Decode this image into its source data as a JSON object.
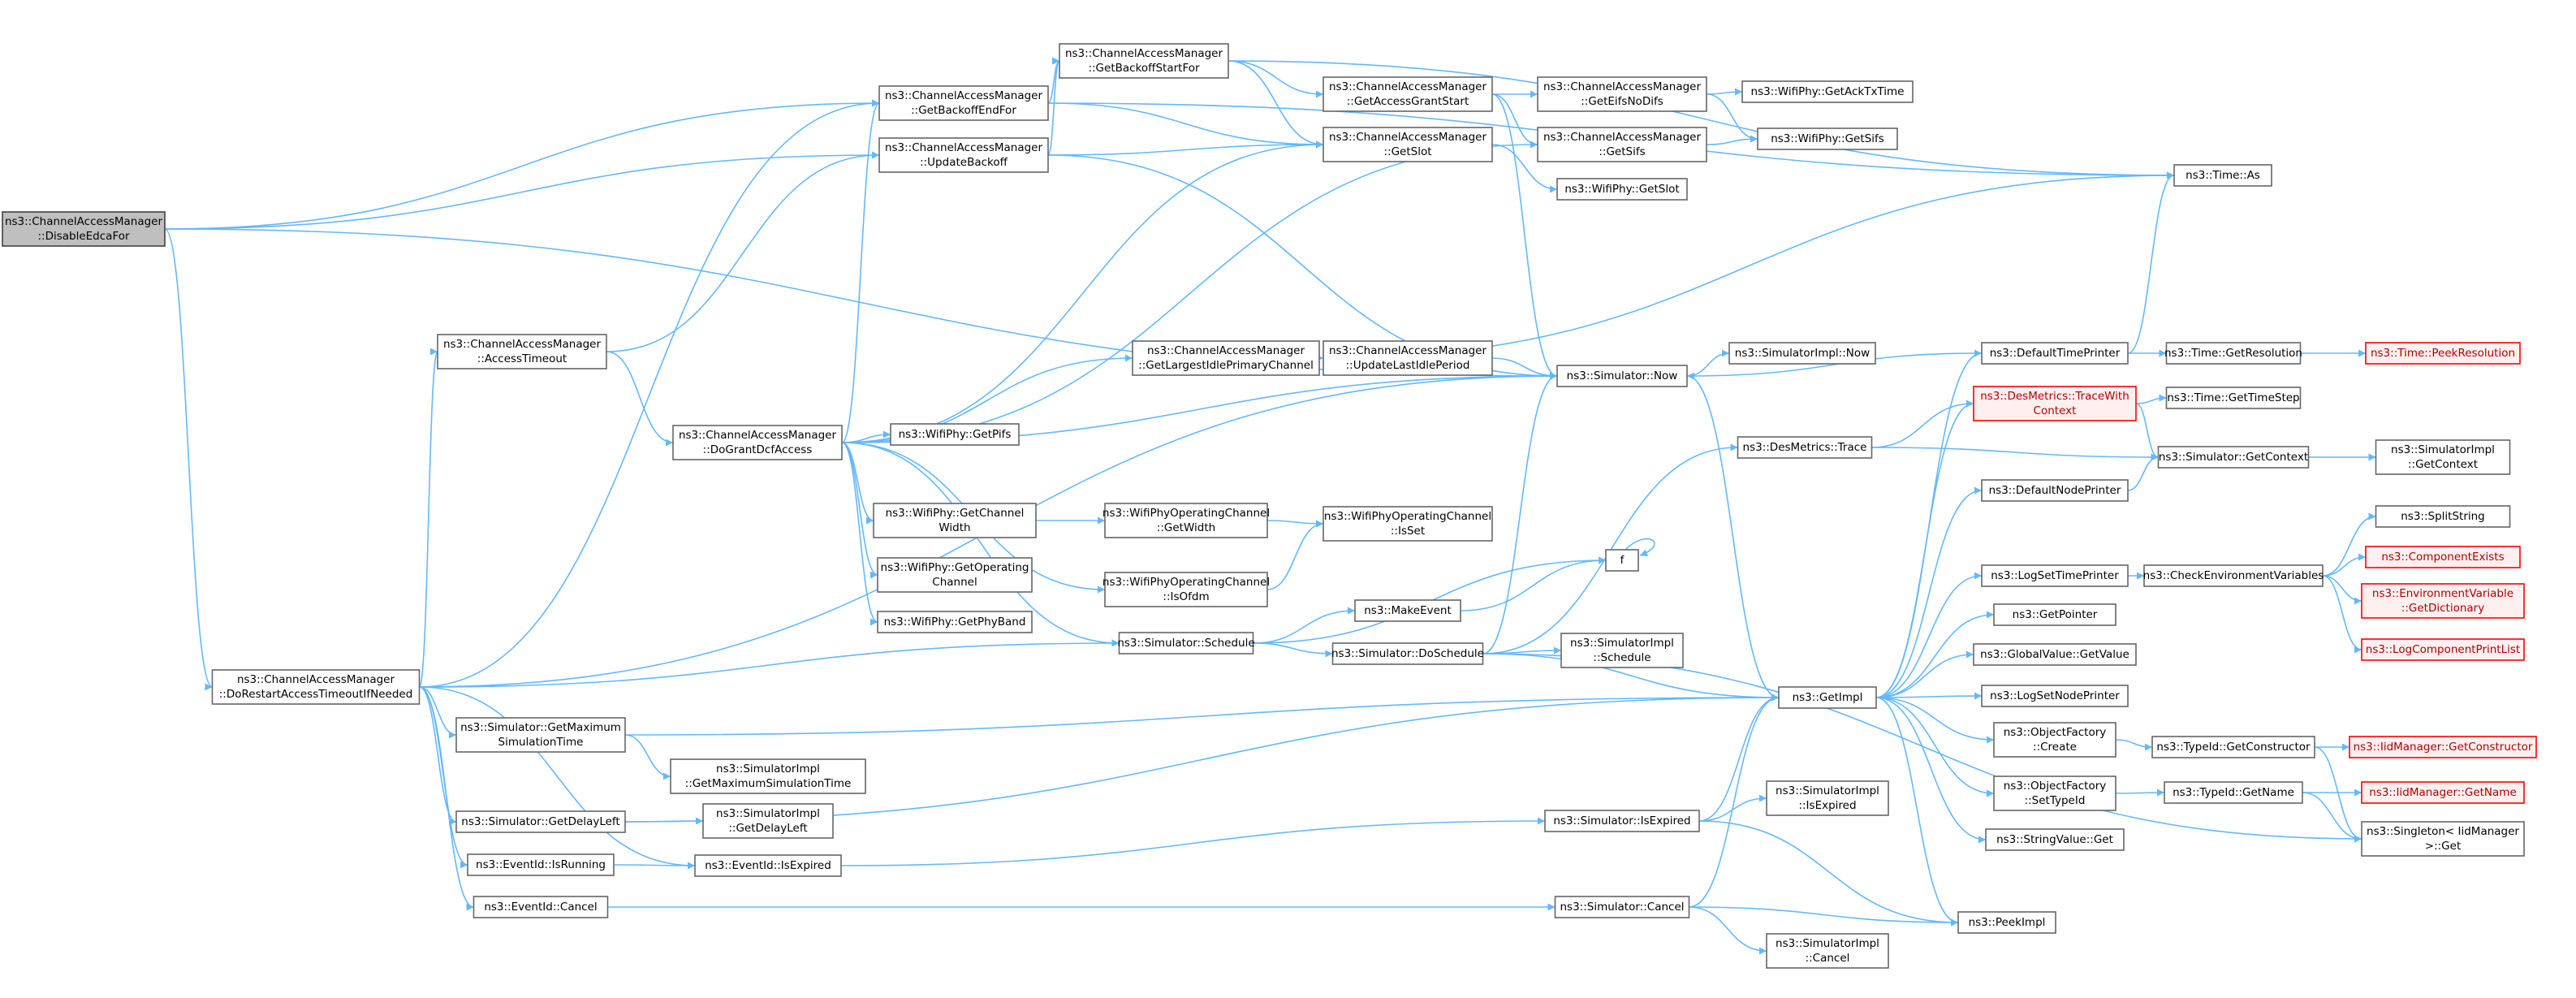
{
  "nodes": [
    {
      "id": "n_disable",
      "lines": [
        "ns3::ChannelAccessManager",
        "::DisableEdcaFor"
      ],
      "root": true
    },
    {
      "id": "n_getbackoffend",
      "lines": [
        "ns3::ChannelAccessManager",
        "::GetBackoffEndFor"
      ]
    },
    {
      "id": "n_updatebackoff",
      "lines": [
        "ns3::ChannelAccessManager",
        "::UpdateBackoff"
      ]
    },
    {
      "id": "n_getbackoffstart",
      "lines": [
        "ns3::ChannelAccessManager",
        "::GetBackoffStartFor"
      ]
    },
    {
      "id": "n_getaccessgrant",
      "lines": [
        "ns3::ChannelAccessManager",
        "::GetAccessGrantStart"
      ]
    },
    {
      "id": "n_geteifs",
      "lines": [
        "ns3::ChannelAccessManager",
        "::GetEifsNoDifs"
      ]
    },
    {
      "id": "n_getacktx",
      "lines": [
        "ns3::WifiPhy::GetAckTxTime"
      ]
    },
    {
      "id": "n_getslot",
      "lines": [
        "ns3::ChannelAccessManager",
        "::GetSlot"
      ]
    },
    {
      "id": "n_getsifs",
      "lines": [
        "ns3::ChannelAccessManager",
        "::GetSifs"
      ]
    },
    {
      "id": "n_phygetsifs",
      "lines": [
        "ns3::WifiPhy::GetSifs"
      ]
    },
    {
      "id": "n_phygetslot",
      "lines": [
        "ns3::WifiPhy::GetSlot"
      ]
    },
    {
      "id": "n_timeas",
      "lines": [
        "ns3::Time::As"
      ]
    },
    {
      "id": "n_accesstimeout",
      "lines": [
        "ns3::ChannelAccessManager",
        "::AccessTimeout"
      ]
    },
    {
      "id": "n_dogrant",
      "lines": [
        "ns3::ChannelAccessManager",
        "::DoGrantDcfAccess"
      ]
    },
    {
      "id": "n_getlargest",
      "lines": [
        "ns3::ChannelAccessManager",
        "::GetLargestIdlePrimaryChannel"
      ]
    },
    {
      "id": "n_updatelastidle",
      "lines": [
        "ns3::ChannelAccessManager",
        "::UpdateLastIdlePeriod"
      ]
    },
    {
      "id": "n_simnow",
      "lines": [
        "ns3::Simulator::Now"
      ]
    },
    {
      "id": "n_simimplnow",
      "lines": [
        "ns3::SimulatorImpl::Now"
      ]
    },
    {
      "id": "n_defaulttimeprinter",
      "lines": [
        "ns3::DefaultTimePrinter"
      ]
    },
    {
      "id": "n_timegetres",
      "lines": [
        "ns3::Time::GetResolution"
      ]
    },
    {
      "id": "n_timepeekres",
      "lines": [
        "ns3::Time::PeekResolution"
      ],
      "red": true
    },
    {
      "id": "n_desmetricstwc",
      "lines": [
        "ns3::DesMetrics::TraceWith",
        "Context"
      ],
      "red": true
    },
    {
      "id": "n_timegetstep",
      "lines": [
        "ns3::Time::GetTimeStep"
      ]
    },
    {
      "id": "n_desmetricstrace",
      "lines": [
        "ns3::DesMetrics::Trace"
      ]
    },
    {
      "id": "n_simgetcontext",
      "lines": [
        "ns3::Simulator::GetContext"
      ]
    },
    {
      "id": "n_simimplgetcontext",
      "lines": [
        "ns3::SimulatorImpl",
        "::GetContext"
      ]
    },
    {
      "id": "n_getpifs",
      "lines": [
        "ns3::WifiPhy::GetPifs"
      ]
    },
    {
      "id": "n_getchannelwidth",
      "lines": [
        "ns3::WifiPhy::GetChannel",
        "Width"
      ]
    },
    {
      "id": "n_opchgetwidth",
      "lines": [
        "ns3::WifiPhyOperatingChannel",
        "::GetWidth"
      ]
    },
    {
      "id": "n_opchisset",
      "lines": [
        "ns3::WifiPhyOperatingChannel",
        "::IsSet"
      ]
    },
    {
      "id": "n_getopchannel",
      "lines": [
        "ns3::WifiPhy::GetOperating",
        "Channel"
      ]
    },
    {
      "id": "n_opchisofdm",
      "lines": [
        "ns3::WifiPhyOperatingChannel",
        "::IsOfdm"
      ]
    },
    {
      "id": "n_getphyband",
      "lines": [
        "ns3::WifiPhy::GetPhyBand"
      ]
    },
    {
      "id": "n_f",
      "lines": [
        "f"
      ]
    },
    {
      "id": "n_makeevent",
      "lines": [
        "ns3::MakeEvent"
      ]
    },
    {
      "id": "n_simschedule",
      "lines": [
        "ns3::Simulator::Schedule"
      ]
    },
    {
      "id": "n_simdoschedule",
      "lines": [
        "ns3::Simulator::DoSchedule"
      ]
    },
    {
      "id": "n_simimplschedule",
      "lines": [
        "ns3::SimulatorImpl",
        "::Schedule"
      ]
    },
    {
      "id": "n_defaultnodeprinter",
      "lines": [
        "ns3::DefaultNodePrinter"
      ]
    },
    {
      "id": "n_logsettimeprinter",
      "lines": [
        "ns3::LogSetTimePrinter"
      ]
    },
    {
      "id": "n_checkenv",
      "lines": [
        "ns3::CheckEnvironmentVariables"
      ]
    },
    {
      "id": "n_splitstring",
      "lines": [
        "ns3::SplitString"
      ]
    },
    {
      "id": "n_componentexists",
      "lines": [
        "ns3::ComponentExists"
      ],
      "red": true
    },
    {
      "id": "n_envgetdict",
      "lines": [
        "ns3::EnvironmentVariable",
        "::GetDictionary"
      ],
      "red": true
    },
    {
      "id": "n_logcomplist",
      "lines": [
        "ns3::LogComponentPrintList"
      ],
      "red": true
    },
    {
      "id": "n_getpointer",
      "lines": [
        "ns3::GetPointer"
      ]
    },
    {
      "id": "n_globalvalue",
      "lines": [
        "ns3::GlobalValue::GetValue"
      ]
    },
    {
      "id": "n_getimpl",
      "lines": [
        "ns3::GetImpl"
      ]
    },
    {
      "id": "n_logsetnodeprinter",
      "lines": [
        "ns3::LogSetNodePrinter"
      ]
    },
    {
      "id": "n_objfactorycreate",
      "lines": [
        "ns3::ObjectFactory",
        "::Create"
      ]
    },
    {
      "id": "n_typeidgetctor",
      "lines": [
        "ns3::TypeId::GetConstructor"
      ]
    },
    {
      "id": "n_iidgetctor",
      "lines": [
        "ns3::IidManager::GetConstructor"
      ],
      "red": true
    },
    {
      "id": "n_doresttimeout",
      "lines": [
        "ns3::ChannelAccessManager",
        "::DoRestartAccessTimeoutIfNeeded"
      ]
    },
    {
      "id": "n_simgetmaxtime",
      "lines": [
        "ns3::Simulator::GetMaximum",
        "SimulationTime"
      ]
    },
    {
      "id": "n_simimplgetmaxtime",
      "lines": [
        "ns3::SimulatorImpl",
        "::GetMaximumSimulationTime"
      ]
    },
    {
      "id": "n_objfactorysettype",
      "lines": [
        "ns3::ObjectFactory",
        "::SetTypeId"
      ]
    },
    {
      "id": "n_typeidgetname",
      "lines": [
        "ns3::TypeId::GetName"
      ]
    },
    {
      "id": "n_iidgetname",
      "lines": [
        "ns3::IidManager::GetName"
      ],
      "red": true
    },
    {
      "id": "n_simgetdelayleft",
      "lines": [
        "ns3::Simulator::GetDelayLeft"
      ]
    },
    {
      "id": "n_simimplgetdelayleft",
      "lines": [
        "ns3::SimulatorImpl",
        "::GetDelayLeft"
      ]
    },
    {
      "id": "n_stringvalueget",
      "lines": [
        "ns3::StringValue::Get"
      ]
    },
    {
      "id": "n_singleton",
      "lines": [
        "ns3::Singleton< IidManager",
        ">::Get"
      ]
    },
    {
      "id": "n_simisexpired",
      "lines": [
        "ns3::Simulator::IsExpired"
      ]
    },
    {
      "id": "n_simimplisexpired",
      "lines": [
        "ns3::SimulatorImpl",
        "::IsExpired"
      ]
    },
    {
      "id": "n_eventisrunning",
      "lines": [
        "ns3::EventId::IsRunning"
      ]
    },
    {
      "id": "n_eventisexpired",
      "lines": [
        "ns3::EventId::IsExpired"
      ]
    },
    {
      "id": "n_eventcancel",
      "lines": [
        "ns3::EventId::Cancel"
      ]
    },
    {
      "id": "n_simcancel",
      "lines": [
        "ns3::Simulator::Cancel"
      ]
    },
    {
      "id": "n_peekimpl",
      "lines": [
        "ns3::PeekImpl"
      ]
    },
    {
      "id": "n_simimplcancel",
      "lines": [
        "ns3::SimulatorImpl",
        "::Cancel"
      ]
    }
  ],
  "edges": [
    [
      "n_disable",
      "n_getbackoffend"
    ],
    [
      "n_disable",
      "n_updatebackoff"
    ],
    [
      "n_disable",
      "n_simnow"
    ],
    [
      "n_disable",
      "n_doresttimeout"
    ],
    [
      "n_getbackoffend",
      "n_getbackoffstart"
    ],
    [
      "n_getbackoffend",
      "n_getslot"
    ],
    [
      "n_getbackoffend",
      "n_timeas"
    ],
    [
      "n_getbackoffstart",
      "n_getaccessgrant"
    ],
    [
      "n_getbackoffstart",
      "n_getslot"
    ],
    [
      "n_getbackoffstart",
      "n_timeas"
    ],
    [
      "n_updatebackoff",
      "n_getbackoffstart"
    ],
    [
      "n_updatebackoff",
      "n_getslot"
    ],
    [
      "n_updatebackoff",
      "n_simnow"
    ],
    [
      "n_getaccessgrant",
      "n_geteifs"
    ],
    [
      "n_getaccessgrant",
      "n_getsifs"
    ],
    [
      "n_getaccessgrant",
      "n_simnow"
    ],
    [
      "n_geteifs",
      "n_getacktx"
    ],
    [
      "n_geteifs",
      "n_phygetsifs"
    ],
    [
      "n_getsifs",
      "n_phygetsifs"
    ],
    [
      "n_getslot",
      "n_phygetslot"
    ],
    [
      "n_accesstimeout",
      "n_updatebackoff"
    ],
    [
      "n_accesstimeout",
      "n_dogrant"
    ],
    [
      "n_dogrant",
      "n_getbackoffend"
    ],
    [
      "n_dogrant",
      "n_getslot"
    ],
    [
      "n_dogrant",
      "n_getsifs"
    ],
    [
      "n_dogrant",
      "n_getlargest"
    ],
    [
      "n_dogrant",
      "n_simnow"
    ],
    [
      "n_dogrant",
      "n_getpifs"
    ],
    [
      "n_dogrant",
      "n_getchannelwidth"
    ],
    [
      "n_dogrant",
      "n_getopchannel"
    ],
    [
      "n_dogrant",
      "n_getphyband"
    ],
    [
      "n_dogrant",
      "n_opchisofdm"
    ],
    [
      "n_dogrant",
      "n_simschedule"
    ],
    [
      "n_getlargest",
      "n_updatelastidle"
    ],
    [
      "n_getlargest",
      "n_timeas"
    ],
    [
      "n_updatelastidle",
      "n_simnow"
    ],
    [
      "n_simnow",
      "n_simimplnow"
    ],
    [
      "n_simnow",
      "n_getimpl"
    ],
    [
      "n_defaulttimeprinter",
      "n_timegetres"
    ],
    [
      "n_defaulttimeprinter",
      "n_timeas"
    ],
    [
      "n_defaulttimeprinter",
      "n_simnow"
    ],
    [
      "n_timegetres",
      "n_timepeekres"
    ],
    [
      "n_desmetricstwc",
      "n_timegetstep"
    ],
    [
      "n_desmetricstwc",
      "n_simgetcontext"
    ],
    [
      "n_desmetricstrace",
      "n_desmetricstwc"
    ],
    [
      "n_desmetricstrace",
      "n_simgetcontext"
    ],
    [
      "n_simgetcontext",
      "n_simimplgetcontext"
    ],
    [
      "n_getchannelwidth",
      "n_opchgetwidth"
    ],
    [
      "n_opchgetwidth",
      "n_opchisset"
    ],
    [
      "n_opchisofdm",
      "n_opchisset"
    ],
    [
      "n_f",
      "n_f"
    ],
    [
      "n_makeevent",
      "n_f"
    ],
    [
      "n_simschedule",
      "n_makeevent"
    ],
    [
      "n_simschedule",
      "n_simdoschedule"
    ],
    [
      "n_simschedule",
      "n_f"
    ],
    [
      "n_simdoschedule",
      "n_simimplschedule"
    ],
    [
      "n_simdoschedule",
      "n_simnow"
    ],
    [
      "n_simdoschedule",
      "n_desmetricstrace"
    ],
    [
      "n_simdoschedule",
      "n_getimpl"
    ],
    [
      "n_simdoschedule",
      "n_singleton"
    ],
    [
      "n_getimpl",
      "n_defaulttimeprinter"
    ],
    [
      "n_getimpl",
      "n_desmetricstwc"
    ],
    [
      "n_getimpl",
      "n_defaultnodeprinter"
    ],
    [
      "n_getimpl",
      "n_logsettimeprinter"
    ],
    [
      "n_getimpl",
      "n_getpointer"
    ],
    [
      "n_getimpl",
      "n_globalvalue"
    ],
    [
      "n_getimpl",
      "n_logsetnodeprinter"
    ],
    [
      "n_getimpl",
      "n_objfactorycreate"
    ],
    [
      "n_getimpl",
      "n_objfactorysettype"
    ],
    [
      "n_getimpl",
      "n_stringvalueget"
    ],
    [
      "n_getimpl",
      "n_peekimpl"
    ],
    [
      "n_defaultnodeprinter",
      "n_simgetcontext"
    ],
    [
      "n_logsettimeprinter",
      "n_checkenv"
    ],
    [
      "n_checkenv",
      "n_splitstring"
    ],
    [
      "n_checkenv",
      "n_componentexists"
    ],
    [
      "n_checkenv",
      "n_envgetdict"
    ],
    [
      "n_checkenv",
      "n_logcomplist"
    ],
    [
      "n_objfactorycreate",
      "n_typeidgetctor"
    ],
    [
      "n_typeidgetctor",
      "n_iidgetctor"
    ],
    [
      "n_typeidgetctor",
      "n_singleton"
    ],
    [
      "n_objfactorysettype",
      "n_typeidgetname"
    ],
    [
      "n_typeidgetname",
      "n_iidgetname"
    ],
    [
      "n_typeidgetname",
      "n_singleton"
    ],
    [
      "n_doresttimeout",
      "n_accesstimeout"
    ],
    [
      "n_doresttimeout",
      "n_getbackoffend"
    ],
    [
      "n_doresttimeout",
      "n_simnow"
    ],
    [
      "n_doresttimeout",
      "n_simschedule"
    ],
    [
      "n_doresttimeout",
      "n_simgetmaxtime"
    ],
    [
      "n_doresttimeout",
      "n_simgetdelayleft"
    ],
    [
      "n_doresttimeout",
      "n_eventisrunning"
    ],
    [
      "n_doresttimeout",
      "n_eventisexpired"
    ],
    [
      "n_doresttimeout",
      "n_eventcancel"
    ],
    [
      "n_simgetmaxtime",
      "n_simimplgetmaxtime"
    ],
    [
      "n_simgetmaxtime",
      "n_getimpl"
    ],
    [
      "n_simgetdelayleft",
      "n_simimplgetdelayleft"
    ],
    [
      "n_simgetdelayleft",
      "n_getimpl"
    ],
    [
      "n_eventisrunning",
      "n_eventisexpired"
    ],
    [
      "n_eventisexpired",
      "n_simisexpired"
    ],
    [
      "n_simisexpired",
      "n_simimplisexpired"
    ],
    [
      "n_simisexpired",
      "n_getimpl"
    ],
    [
      "n_simisexpired",
      "n_peekimpl"
    ],
    [
      "n_eventcancel",
      "n_simcancel"
    ],
    [
      "n_simcancel",
      "n_simimplcancel"
    ],
    [
      "n_simcancel",
      "n_getimpl"
    ],
    [
      "n_simcancel",
      "n_peekimpl"
    ]
  ]
}
